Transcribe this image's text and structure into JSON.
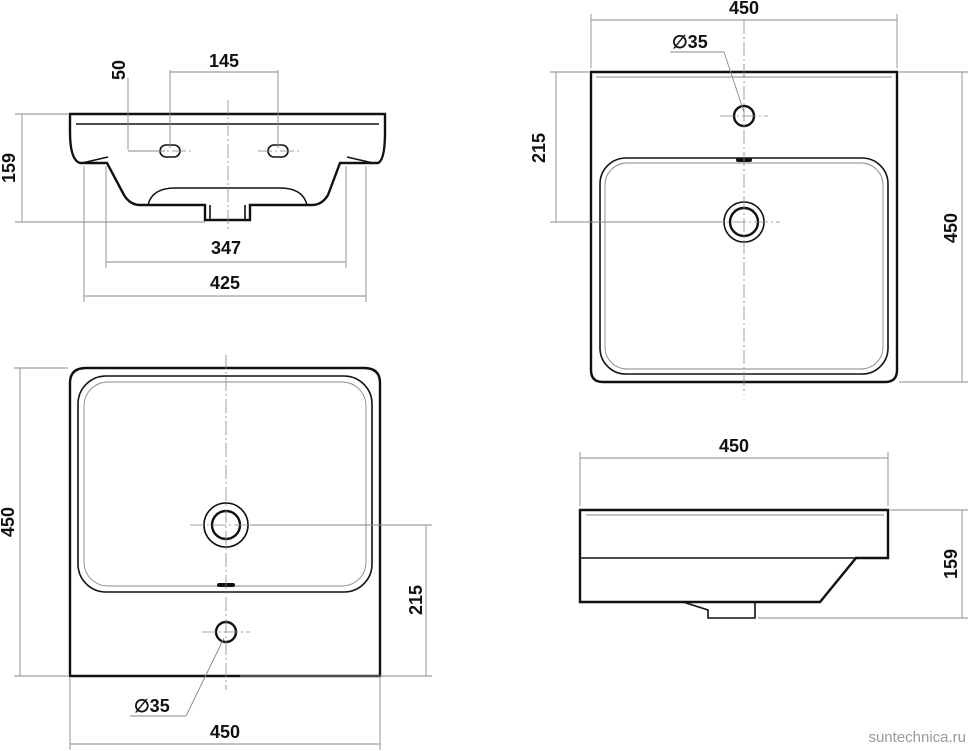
{
  "views": {
    "front": {
      "dims": {
        "hole_spacing": "145",
        "hole_offset": "50",
        "height": "159",
        "inner_width": "347",
        "outer_width": "425"
      }
    },
    "top_right": {
      "dims": {
        "width": "450",
        "hole_diameter": "∅35",
        "hole_distance": "215",
        "depth": "450"
      }
    },
    "top_left": {
      "dims": {
        "depth": "450",
        "hole_distance": "215",
        "hole_diameter": "∅35",
        "width": "450"
      }
    },
    "side": {
      "dims": {
        "width": "450",
        "height": "159"
      }
    }
  },
  "watermark": "suntechnica.ru"
}
